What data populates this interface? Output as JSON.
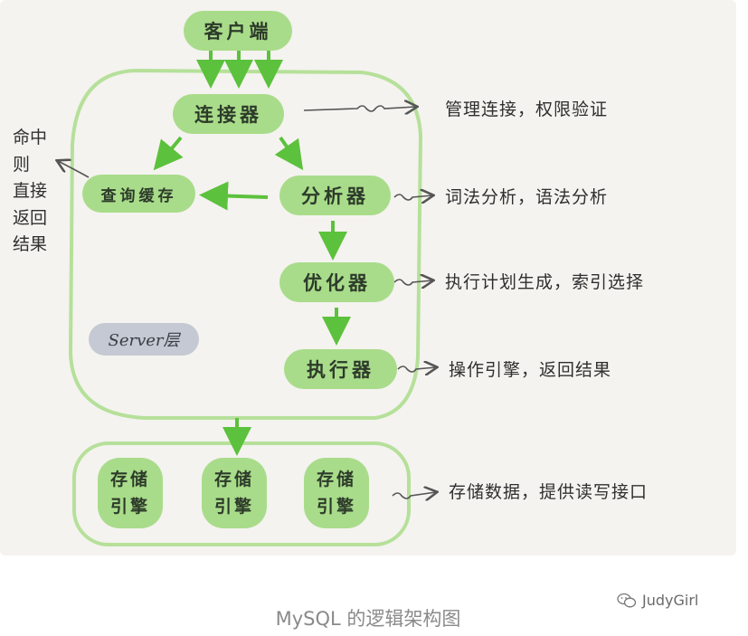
{
  "diagram": {
    "client": "客户端",
    "connector": "连接器",
    "query_cache": "查询缓存",
    "analyzer": "分析器",
    "optimizer": "优化器",
    "executor": "执行器",
    "server_layer": "Server层",
    "cache_hit_note": [
      "命中",
      "则",
      "直接",
      "返回",
      "结果"
    ],
    "engines": [
      {
        "line1": "存储",
        "line2": "引擎"
      },
      {
        "line1": "存储",
        "line2": "引擎"
      },
      {
        "line1": "存储",
        "line2": "引擎"
      }
    ],
    "notes": {
      "connector": "管理连接，权限验证",
      "analyzer": "词法分析，语法分析",
      "optimizer": "执行计划生成，索引选择",
      "executor": "操作引擎，返回结果",
      "engine": "存储数据，提供读写接口"
    }
  },
  "caption": "MySQL 的逻辑架构图",
  "watermark": "JudyGirl",
  "colors": {
    "pill": "#a9dc8a",
    "outline": "#b6e09a",
    "arrow": "#5cc13c",
    "server_badge": "#c5c9d3"
  }
}
